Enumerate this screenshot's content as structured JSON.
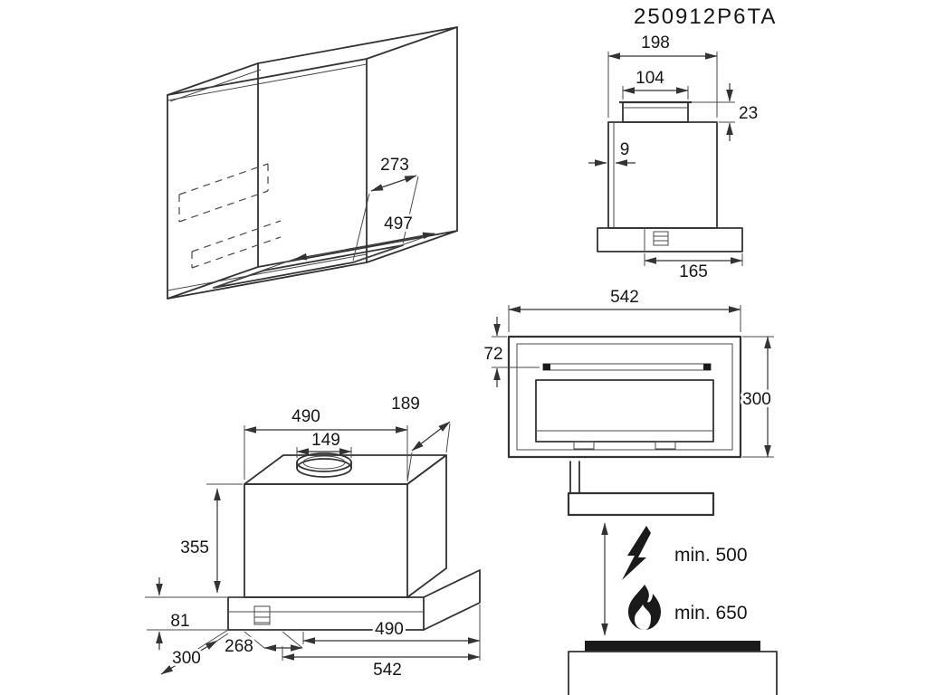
{
  "title": "250912P6TA",
  "cabinet_view": {
    "cutout_depth": "273",
    "cutout_width": "497"
  },
  "side_view": {
    "total_depth": "198",
    "duct_depth": "104",
    "duct_height": "23",
    "panel_thickness": "9",
    "base_depth": "165"
  },
  "front_view": {
    "width": "542",
    "top_height": "72",
    "height": "300"
  },
  "hood_view": {
    "top_width": "490",
    "rear_depth": "189",
    "duct_width": "149",
    "body_height": "355",
    "base_height": "81",
    "base_depth": "300",
    "inner_depth": "268",
    "base_width": "490",
    "total_width": "542"
  },
  "clearance_view": {
    "electric_min": "min. 500",
    "gas_min": "min. 650"
  }
}
